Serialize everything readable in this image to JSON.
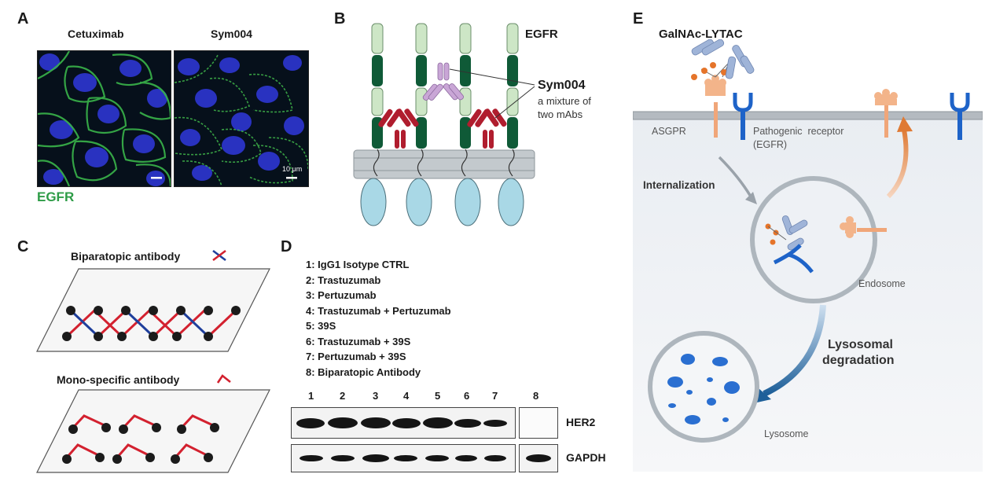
{
  "panels": {
    "A": {
      "letter": "A",
      "image_left_label": "Cetuximab",
      "image_right_label": "Sym004",
      "scale_bar": "10 μm",
      "stain_label": "EGFR",
      "colors": {
        "stain": "#2e9c47",
        "nucleus": "#2b34c9"
      }
    },
    "B": {
      "letter": "B",
      "receptor_label": "EGFR",
      "antibody_label": "Sym004",
      "antibody_desc_line1": "a mixture of",
      "antibody_desc_line2": "two mAbs",
      "colors": {
        "receptor_light": "#c9e6c3",
        "receptor_dark": "#0f5a37",
        "antibody": "#b01d2e",
        "antibody_alt": "#c9a6d6",
        "membrane": "#9aa3a8",
        "cytoplasmic": "#a9d8e6"
      }
    },
    "C": {
      "letter": "C",
      "biparatopic_label": "Biparatopic antibody",
      "monospecific_label": "Mono-specific antibody",
      "colors": {
        "red": "#d3212f",
        "blue": "#1f3f9c"
      }
    },
    "D": {
      "letter": "D",
      "legend": [
        "1:  IgG1 Isotype CTRL",
        "2:  Trastuzumab",
        "3:  Pertuzumab",
        "4:  Trastuzumab + Pertuzumab",
        "5:  39S",
        "6:  Trastuzumab + 39S",
        "7:  Pertuzumab + 39S",
        "8:  Biparatopic Antibody"
      ],
      "lanes": [
        "1",
        "2",
        "3",
        "4",
        "5",
        "6",
        "7",
        "8"
      ],
      "blot_label_1": "HER2",
      "blot_label_2": "GAPDH"
    },
    "E": {
      "letter": "E",
      "title": "GalNAc-LYTAC",
      "asgpr_label": "ASGPR",
      "receptor_line1": "Pathogenic  receptor",
      "receptor_line2": "(EGFR)",
      "internalization_label": "Internalization",
      "endosome_label": "Endosome",
      "degradation_line1": "Lysosomal",
      "degradation_line2": "degradation",
      "lysosome_label": "Lysosome",
      "colors": {
        "asgpr": "#f0a679",
        "receptor": "#1e63c8",
        "antibody": "#9fb4d8",
        "galnac": "#e5742a",
        "cell_bg": "#eef1f5",
        "membrane": "#aeb4ba"
      }
    }
  }
}
